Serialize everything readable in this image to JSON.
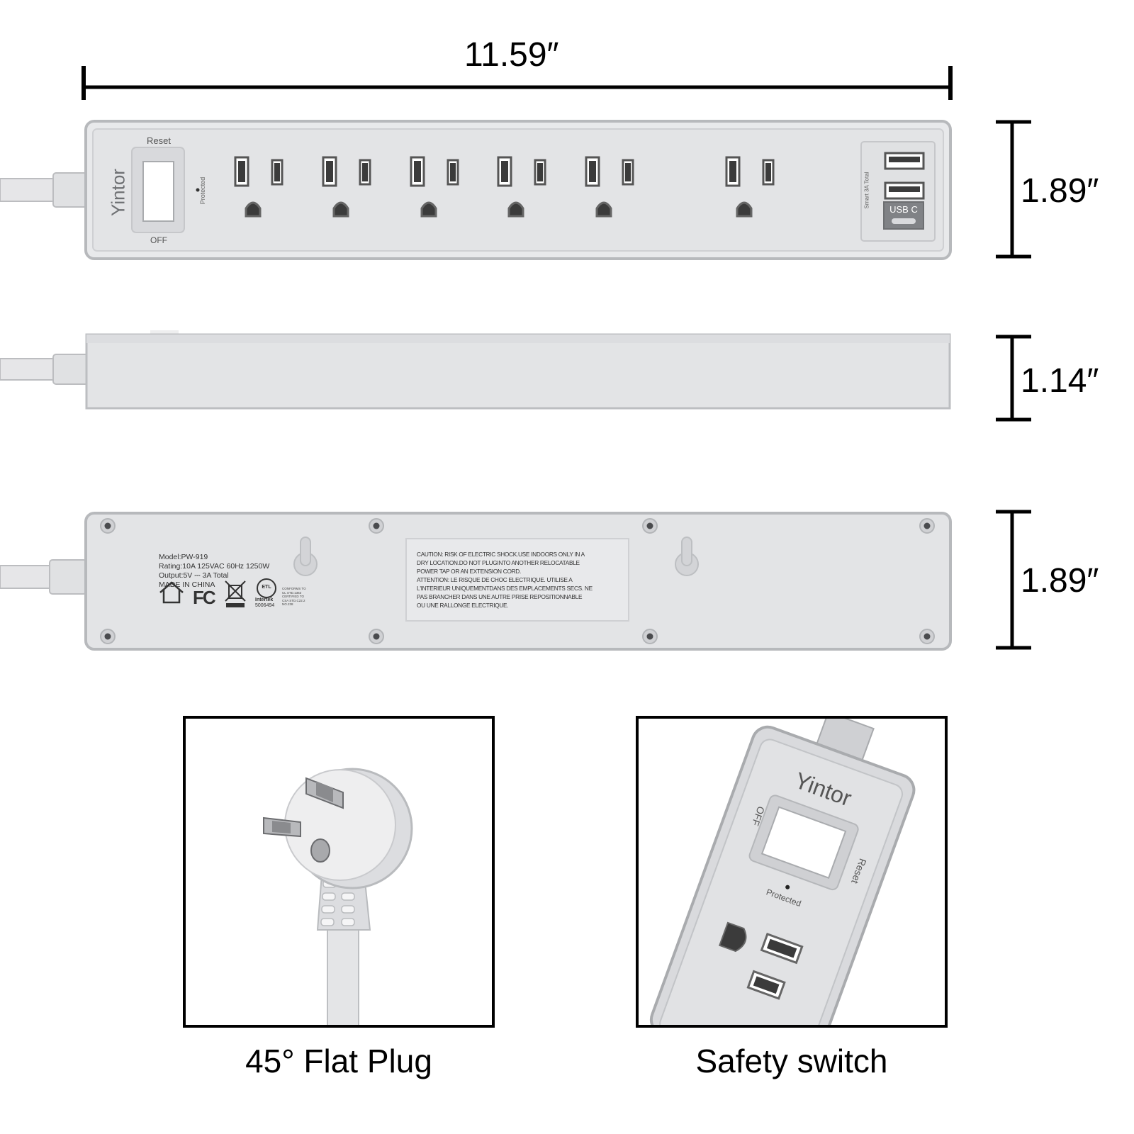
{
  "dimensions": {
    "length": "11.59″",
    "top_height": "1.89″",
    "side_height": "1.14″",
    "bottom_height": "1.89″"
  },
  "top_view": {
    "brand": "Yintor",
    "reset_label": "Reset",
    "off_label": "OFF",
    "protected_label": "Protected",
    "usb_total_label": "Smart 3A Total",
    "usb_c_label": "USB C",
    "outlet_count": 6
  },
  "bottom_view": {
    "spec_lines": [
      "Model:PW-919",
      "Rating:10A 125VAC 60Hz 1250W",
      "Output:5V ⎓ 3A Total",
      "MADE IN CHINA"
    ],
    "fcc_mark": "FC",
    "intertek_label": "Intertek",
    "intertek_number": "5006494",
    "etl_mark": "ETL",
    "conformity_lines": [
      "CONFORMS TO",
      "UL STD.1363",
      "CERTIFIED TO",
      "CSA STD.C22.2",
      "NO.238"
    ],
    "caution_lines": [
      "CAUTION: RISK OF ELECTRIC SHOCK.USE INDOORS ONLY IN A",
      "DRY LOCATION.DO NOT PLUGINTO ANOTHER RELOCATABLE",
      "POWER TAP OR AN EXTENSION CORD.",
      "ATTENTION: LE RISQUE DE CHOC ELECTRIQUE. UTILISE A",
      "L'INTERIEUR UNIQUEMENTDANS DES EMPLACEMENTS SECS. NE",
      "PAS BRANCHER DANS UNE AUTRE PRISE REPOSITIONNABLE",
      "OU UNE RALLONGE ELECTRIQUE."
    ]
  },
  "detail_switch": {
    "brand": "Yintor",
    "off_label": "OFF",
    "reset_label": "Reset",
    "protected_label": "Protected"
  },
  "captions": {
    "plug": "45° Flat Plug",
    "switch": "Safety switch"
  },
  "colors": {
    "body": "#e3e4e6",
    "edge": "#b9bbbe",
    "slot": "#3b3b3b",
    "outline": "#000000"
  }
}
